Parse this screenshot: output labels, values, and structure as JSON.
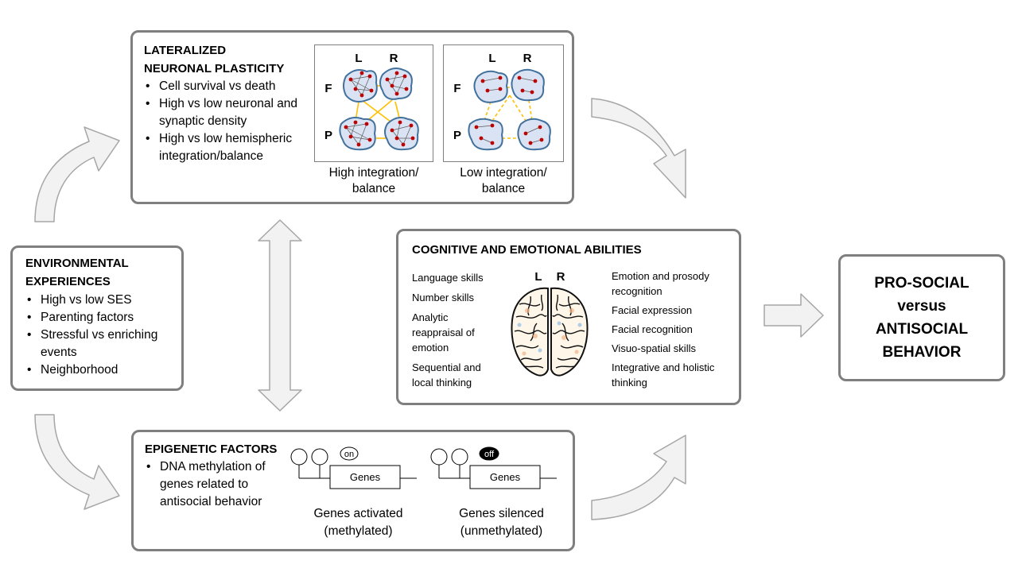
{
  "environmental": {
    "title_line1": "ENVIRONMENTAL",
    "title_line2": "EXPERIENCES",
    "items": [
      "High vs low SES",
      "Parenting factors",
      "Stressful vs enriching events",
      "Neighborhood"
    ]
  },
  "plasticity": {
    "title_line1": "LATERALIZED",
    "title_line2": "NEURONAL PLASTICITY",
    "items": [
      "Cell survival vs death",
      "High vs low neuronal and synaptic density",
      "High vs low hemispheric integration/balance"
    ],
    "label_l": "L",
    "label_r": "R",
    "label_f": "F",
    "label_p": "P",
    "high_caption_line1": "High integration/",
    "high_caption_line2": "balance",
    "low_caption_line1": "Low integration/",
    "low_caption_line2": "balance"
  },
  "cognitive": {
    "title": "COGNITIVE AND EMOTIONAL ABILITIES",
    "label_l": "L",
    "label_r": "R",
    "left_items": [
      "Language skills",
      "Number skills",
      "Analytic reappraisal of emotion",
      "Sequential and local thinking"
    ],
    "right_items": [
      "Emotion and prosody recognition",
      "Facial expression",
      "Facial recognition",
      "Visuo-spatial skills",
      "Integrative and holistic thinking"
    ]
  },
  "epigenetic": {
    "title": "EPIGENETIC FACTORS",
    "items": [
      "DNA methylation of genes related to antisocial behavior"
    ],
    "genes_label": "Genes",
    "on_label": "on",
    "off_label": "off",
    "activated_line1": "Genes activated",
    "activated_line2": "(methylated)",
    "silenced_line1": "Genes silenced",
    "silenced_line2": "(unmethylated)"
  },
  "outcome": {
    "line1": "PRO-SOCIAL",
    "line2": "versus",
    "line3": "ANTISOCIAL",
    "line4": "BEHAVIOR"
  },
  "colors": {
    "border": "#7f7f7f",
    "arrow_fill": "#f2f2f2",
    "arrow_stroke": "#a6a6a6",
    "cluster_fill": "#dae3f3",
    "cluster_stroke": "#41719c",
    "node": "#c00000",
    "link": "#ffc000"
  }
}
